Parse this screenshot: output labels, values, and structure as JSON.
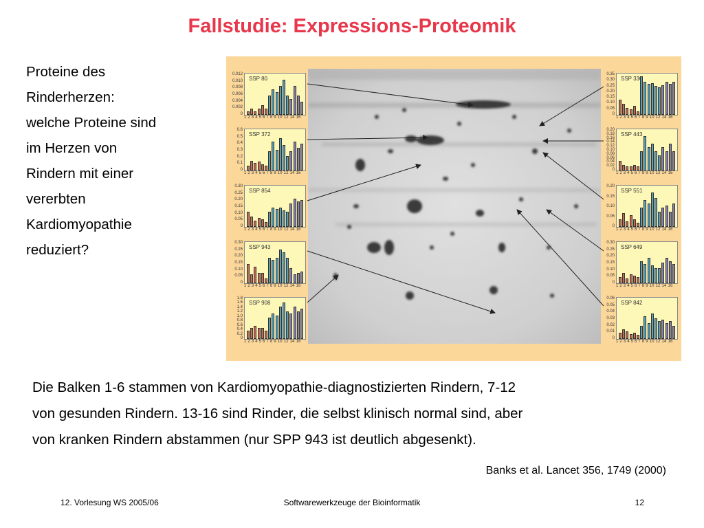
{
  "slide": {
    "title": "Fallstudie: Expressions-Proteomik",
    "left_lines": [
      "Proteine des",
      "Rinderherzen:",
      "welche Proteine sind",
      "im Herzen von",
      "Rindern mit einer",
      "vererbten",
      "Kardiomyopathie",
      "reduziert?"
    ],
    "caption_lines": [
      "Die Balken 1-6 stammen von Kardiomyopathie-diagnostizierten Rindern, 7-12",
      "von gesunden Rindern. 13-16 sind Rinder, die selbst klinisch normal sind, aber",
      "von kranken Rindern abstammen (nur SPP 943 ist deutlich abgesenkt)."
    ],
    "citation": "Banks et al. Lancet 356, 1749 (2000)",
    "footer_left": "12. Vorlesung WS 2005/06",
    "footer_center": "Softwarewerkzeuge der Bioinformatik",
    "footer_right": "12"
  },
  "figure": {
    "x_axis_label": "1 2 3 4 5 6 7 8 9 10 12 14 16",
    "group_colors": [
      "#c66a52",
      "#5aa0b8",
      "#8780a8"
    ],
    "panels": [
      {
        "label": "SSP 80",
        "side": "left",
        "yticks": [
          "0.012",
          "0.010",
          "0.008",
          "0.006",
          "0.004",
          "0.002",
          "0"
        ],
        "ymax": 0.012,
        "values": [
          0.001,
          0.002,
          0.001,
          0.002,
          0.003,
          0.002,
          0.006,
          0.008,
          0.007,
          0.009,
          0.011,
          0.006,
          0.005,
          0.009,
          0.006,
          0.004
        ]
      },
      {
        "label": "SSP 372",
        "side": "left",
        "yticks": [
          "0.6",
          "0.5",
          "0.4",
          "0.3",
          "0.2",
          "0.1",
          "0"
        ],
        "ymax": 0.6,
        "values": [
          0.08,
          0.15,
          0.12,
          0.14,
          0.1,
          0.07,
          0.3,
          0.45,
          0.32,
          0.5,
          0.4,
          0.22,
          0.3,
          0.45,
          0.35,
          0.42
        ]
      },
      {
        "label": "SSP 854",
        "side": "left",
        "yticks": [
          "0.30",
          "0.25",
          "0.20",
          "0.15",
          "0.10",
          "0.05",
          "0"
        ],
        "ymax": 0.3,
        "values": [
          0.12,
          0.08,
          0.05,
          0.07,
          0.06,
          0.04,
          0.12,
          0.15,
          0.14,
          0.15,
          0.13,
          0.12,
          0.18,
          0.22,
          0.2,
          0.21
        ]
      },
      {
        "label": "SSP 943",
        "side": "left",
        "yticks": [
          "0.30",
          "0.25",
          "0.20",
          "0.15",
          "0.10",
          "0.05",
          "0"
        ],
        "ymax": 0.3,
        "values": [
          0.15,
          0.07,
          0.13,
          0.08,
          0.08,
          0.04,
          0.2,
          0.18,
          0.2,
          0.26,
          0.24,
          0.2,
          0.12,
          0.07,
          0.08,
          0.09
        ]
      },
      {
        "label": "SSP 908",
        "side": "left",
        "yticks": [
          "1.8",
          "1.6",
          "1.4",
          "1.2",
          "1.0",
          "0.8",
          "0.6",
          "0.4",
          "0.2",
          "0"
        ],
        "ymax": 1.8,
        "values": [
          0.4,
          0.5,
          0.6,
          0.5,
          0.5,
          0.4,
          1.0,
          1.2,
          1.1,
          1.5,
          1.7,
          1.3,
          1.2,
          1.5,
          1.3,
          1.4
        ]
      },
      {
        "label": "SSP 330",
        "side": "right",
        "yticks": [
          "0.35",
          "0.30",
          "0.25",
          "0.20",
          "0.15",
          "0.10",
          "0.05",
          "0"
        ],
        "ymax": 0.35,
        "values": [
          0.14,
          0.1,
          0.06,
          0.05,
          0.08,
          0.03,
          0.35,
          0.3,
          0.28,
          0.29,
          0.26,
          0.25,
          0.27,
          0.3,
          0.28,
          0.3
        ]
      },
      {
        "label": "SSP 443",
        "side": "right",
        "yticks": [
          "0.20",
          "0.18",
          "0.16",
          "0.14",
          "0.12",
          "0.10",
          "0.08",
          "0.06",
          "0.04",
          "0.02",
          "0"
        ],
        "ymax": 0.2,
        "values": [
          0.05,
          0.03,
          0.02,
          0.02,
          0.03,
          0.02,
          0.1,
          0.18,
          0.12,
          0.14,
          0.1,
          0.08,
          0.12,
          0.1,
          0.14,
          0.1
        ]
      },
      {
        "label": "SSP 551",
        "side": "right",
        "yticks": [
          "0.20",
          "0.15",
          "0.10",
          "0.05",
          "0"
        ],
        "ymax": 0.2,
        "values": [
          0.04,
          0.07,
          0.03,
          0.06,
          0.04,
          0.02,
          0.1,
          0.14,
          0.12,
          0.18,
          0.15,
          0.08,
          0.1,
          0.11,
          0.08,
          0.12
        ]
      },
      {
        "label": "SSP 649",
        "side": "right",
        "yticks": [
          "0.30",
          "0.25",
          "0.20",
          "0.15",
          "0.10",
          "0.05",
          "0"
        ],
        "ymax": 0.3,
        "values": [
          0.05,
          0.08,
          0.04,
          0.07,
          0.06,
          0.05,
          0.17,
          0.15,
          0.2,
          0.14,
          0.12,
          0.12,
          0.16,
          0.2,
          0.17,
          0.15
        ]
      },
      {
        "label": "SSP 842",
        "side": "right",
        "yticks": [
          "0.06",
          "0.05",
          "0.04",
          "0.03",
          "0.02",
          "0.01",
          "0"
        ],
        "ymax": 0.06,
        "values": [
          0.01,
          0.015,
          0.012,
          0.008,
          0.01,
          0.006,
          0.02,
          0.035,
          0.025,
          0.04,
          0.032,
          0.028,
          0.03,
          0.025,
          0.028,
          0.02
        ]
      }
    ]
  }
}
